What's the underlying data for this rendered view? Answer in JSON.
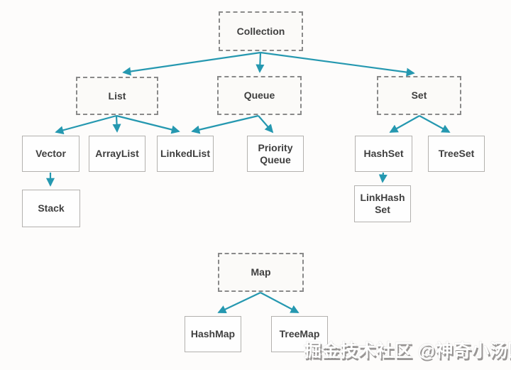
{
  "diagram": {
    "type": "tree",
    "nodes": [
      {
        "id": "collection",
        "label": "Collection",
        "style": "dashed"
      },
      {
        "id": "list",
        "label": "List",
        "style": "dashed"
      },
      {
        "id": "queue",
        "label": "Queue",
        "style": "dashed"
      },
      {
        "id": "set",
        "label": "Set",
        "style": "dashed"
      },
      {
        "id": "vector",
        "label": "Vector",
        "style": "solid"
      },
      {
        "id": "arraylist",
        "label": "ArrayList",
        "style": "solid"
      },
      {
        "id": "linkedlist",
        "label": "LinkedList",
        "style": "solid"
      },
      {
        "id": "priorityqueue",
        "label": "Priority\nQueue",
        "style": "solid"
      },
      {
        "id": "hashset",
        "label": "HashSet",
        "style": "solid"
      },
      {
        "id": "treeset",
        "label": "TreeSet",
        "style": "solid"
      },
      {
        "id": "stack",
        "label": "Stack",
        "style": "solid"
      },
      {
        "id": "linkhashset",
        "label": "LinkHash\nSet",
        "style": "solid"
      },
      {
        "id": "map",
        "label": "Map",
        "style": "dashed"
      },
      {
        "id": "hashmap",
        "label": "HashMap",
        "style": "solid"
      },
      {
        "id": "treemap",
        "label": "TreeMap",
        "style": "solid"
      }
    ],
    "edges": [
      {
        "from": "collection",
        "to": "list"
      },
      {
        "from": "collection",
        "to": "queue"
      },
      {
        "from": "collection",
        "to": "set"
      },
      {
        "from": "list",
        "to": "vector"
      },
      {
        "from": "list",
        "to": "arraylist"
      },
      {
        "from": "list",
        "to": "linkedlist"
      },
      {
        "from": "queue",
        "to": "linkedlist"
      },
      {
        "from": "queue",
        "to": "priorityqueue"
      },
      {
        "from": "set",
        "to": "hashset"
      },
      {
        "from": "set",
        "to": "treeset"
      },
      {
        "from": "vector",
        "to": "stack"
      },
      {
        "from": "hashset",
        "to": "linkhashset"
      },
      {
        "from": "map",
        "to": "hashmap"
      },
      {
        "from": "map",
        "to": "treemap"
      }
    ],
    "colors": {
      "arrow": "#2598b0",
      "dashed_border": "#8a8a8a",
      "solid_border": "#b3b1ae",
      "text": "#3f3f3f",
      "background": "#fdfcfb"
    }
  },
  "watermark": {
    "text": "掘金技术社区 @神奇小汤圆"
  }
}
